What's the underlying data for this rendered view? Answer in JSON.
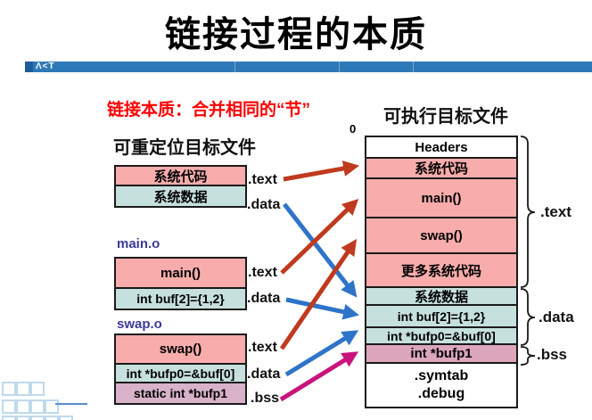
{
  "title": "链接过程的本质",
  "logo_text": "Λ<Τ",
  "subtitle": "链接本质：合并相同的“节”",
  "left_panel": {
    "heading": "可重定位目标文件",
    "groups": [
      {
        "file_label": "",
        "rows": [
          {
            "label": "系统代码",
            "section": ".text"
          },
          {
            "label": "系统数据",
            "section": ".data"
          }
        ]
      },
      {
        "file_label": "main.o",
        "rows": [
          {
            "label": "main()",
            "section": ".text"
          },
          {
            "label": "int buf[2]={1,2}",
            "section": ".data"
          }
        ]
      },
      {
        "file_label": "swap.o",
        "rows": [
          {
            "label": "swap()",
            "section": ".text"
          },
          {
            "label": "int *bufp0=&buf[0]",
            "section": ".data"
          },
          {
            "label": "static int *bufp1",
            "section": ".bss"
          }
        ]
      }
    ]
  },
  "right_panel": {
    "heading": "可执行目标文件",
    "origin_label": "0",
    "rows": [
      "Headers",
      "系统代码",
      "main()",
      "swap()",
      "更多系统代码",
      "系统数据",
      "int buf[2]={1,2}",
      "int *bufp0=&buf[0]",
      "int *bufp1"
    ],
    "footer": {
      "symtab": ".symtab",
      "debug": ".debug"
    },
    "braces": [
      {
        "label": ".text"
      },
      {
        "label": ".data"
      },
      {
        "label": ".bss"
      }
    ]
  },
  "colors": {
    "bar_blue": "#2E79B8",
    "subtitle_red": "#FF0000",
    "section_pink": "#F8ACAC",
    "section_teal": "#C6E0DD",
    "section_mauve": "#DCA6BC",
    "section_mauve_light": "#D8B2C8",
    "arrow_red": "#BF3A1E",
    "arrow_blue": "#2E74C9",
    "arrow_magenta": "#C9147C",
    "file_label_blue": "#3A3A99"
  }
}
